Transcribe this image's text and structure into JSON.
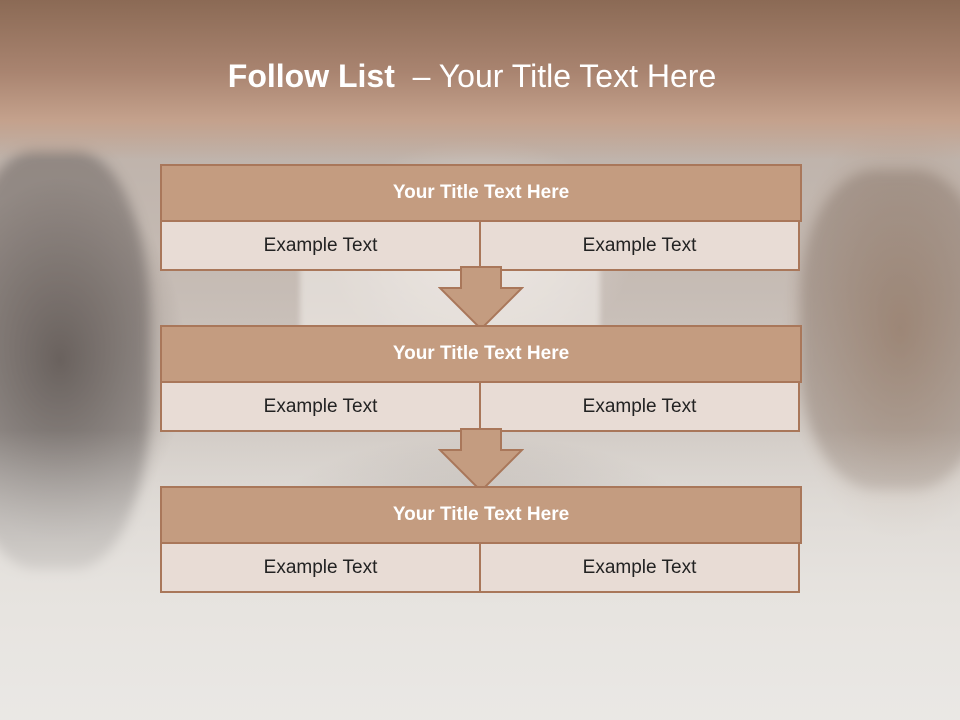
{
  "title": {
    "bold": "Follow List",
    "rest": "– Your Title Text Here"
  },
  "colors": {
    "header_band": "#a98470",
    "box_fill": "#c49c80",
    "box_border": "#a9775a",
    "cell_fill": "#e8dcd5"
  },
  "blocks": [
    {
      "title": "Your Title Text Here",
      "left": "Example Text",
      "right": "Example Text"
    },
    {
      "title": "Your Title Text Here",
      "left": "Example Text",
      "right": "Example Text"
    },
    {
      "title": "Your Title Text Here",
      "left": "Example Text",
      "right": "Example Text"
    }
  ],
  "arrows": [
    "down-arrow-icon",
    "down-arrow-icon"
  ]
}
